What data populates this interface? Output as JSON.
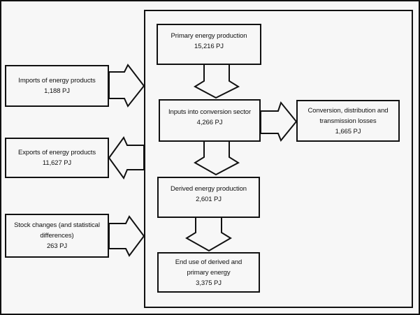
{
  "diagram": {
    "description": "Energy balance flow diagram",
    "colors": {
      "background": "#f7f7f7",
      "line": "#111111"
    },
    "nodes": {
      "imports": {
        "line1": "Imports of energy products",
        "line2": "1,188 PJ"
      },
      "exports": {
        "line1": "Exports of energy products",
        "line2": "11,627 PJ"
      },
      "stock": {
        "line1": "Stock changes (and statistical",
        "line2": "differences)",
        "line3": "263 PJ"
      },
      "primary": {
        "line1": "Primary energy production",
        "line2": "15,216 PJ"
      },
      "inputs": {
        "line1": "Inputs into conversion sector",
        "line2": "4,266 PJ"
      },
      "conversion": {
        "line1": "Conversion, distribution and",
        "line2": "transmission losses",
        "line3": "1,665 PJ"
      },
      "derived": {
        "line1": "Derived energy production",
        "line2": "2,601 PJ"
      },
      "enduse": {
        "line1": "End use of derived and",
        "line2": "primary energy",
        "line3": "3,375 PJ"
      }
    },
    "flows": [
      {
        "from": "imports",
        "to": "conversion-sector"
      },
      {
        "from": "conversion-sector",
        "to": "exports"
      },
      {
        "from": "stock",
        "to": "conversion-sector"
      },
      {
        "from": "primary",
        "to": "inputs"
      },
      {
        "from": "inputs",
        "to": "conversion"
      },
      {
        "from": "inputs",
        "to": "derived"
      },
      {
        "from": "derived",
        "to": "enduse"
      }
    ]
  }
}
